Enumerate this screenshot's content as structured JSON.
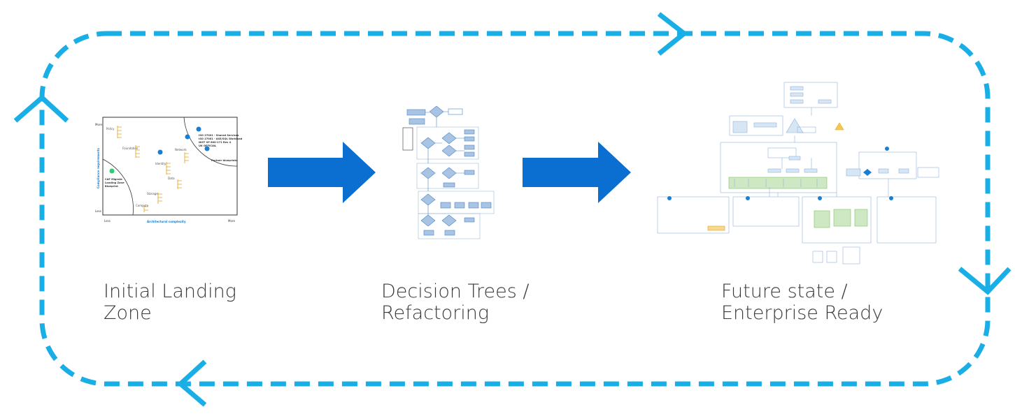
{
  "colors": {
    "loop": "#19afe6",
    "arrow": "#0a6fd0",
    "caption": "#3a3a3a"
  },
  "stages": [
    {
      "line1": "Initial Landing",
      "line2": "Zone"
    },
    {
      "line1": "Decision Trees /",
      "line2": "Refactoring"
    },
    {
      "line1": "Future state /",
      "line2": "Enterprise Ready"
    }
  ],
  "chart_thumb": {
    "y_axis_label": "Compliance requirements",
    "x_axis_label": "Architectural complexity",
    "y_high": "More",
    "y_low": "Less",
    "x_low": "Less",
    "x_high": "More",
    "zone_left": [
      "CAF Migrate",
      "Landing Zone",
      "Blueprint"
    ],
    "zone_right": [
      "ISO 27001 - Shared Services",
      "ISO 27001 - ASE/SQL Workload",
      "NIST SP 800-171 Rev 4",
      "UK OFFICIAL"
    ],
    "partner_label": "Partner blueprints",
    "nodes": [
      "Policy",
      "Foundation",
      "Identity",
      "Network",
      "Data",
      "Storage",
      "Compute"
    ]
  }
}
